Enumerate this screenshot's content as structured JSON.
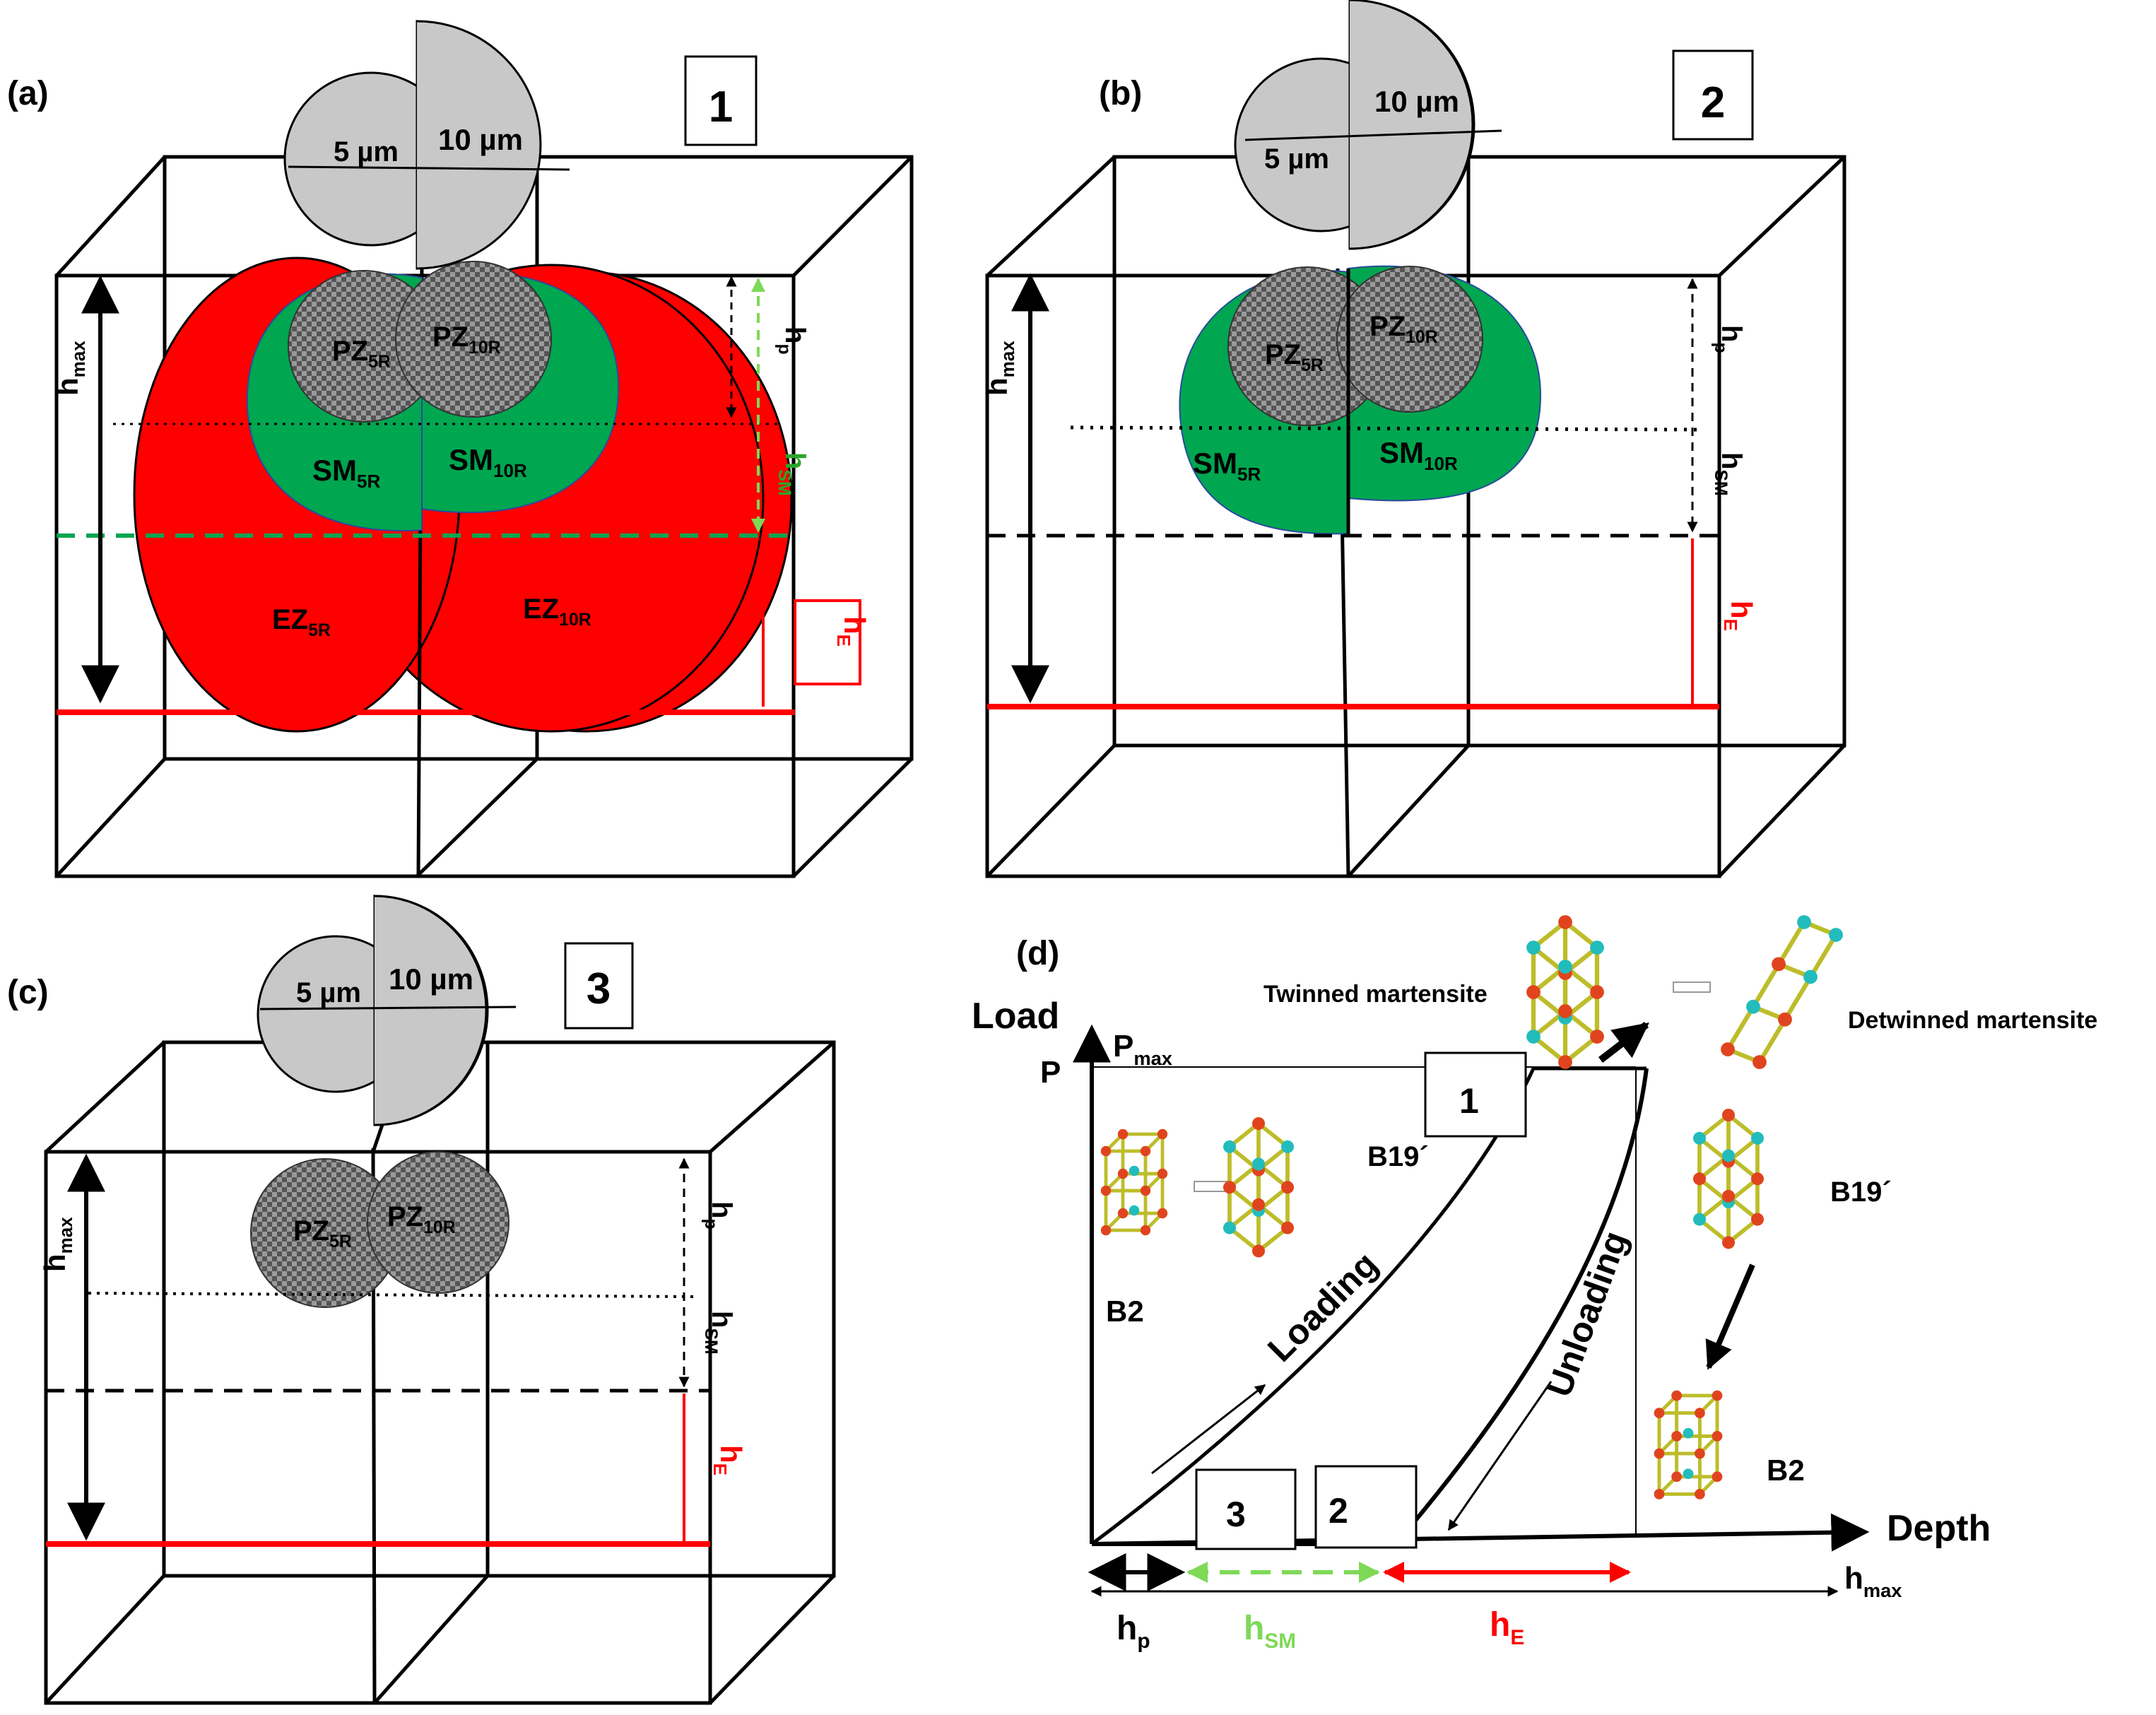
{
  "panel_a": {
    "tag": "(a)",
    "box_num": "1",
    "ind_small": "5 µm",
    "ind_large": "10 µm",
    "pz5": {
      "main": "PZ",
      "sub": "5R"
    },
    "pz10": {
      "main": "PZ",
      "sub": "10R"
    },
    "sm5": {
      "main": "SM",
      "sub": "5R"
    },
    "sm10": {
      "main": "SM",
      "sub": "10R"
    },
    "ez5": {
      "main": "EZ",
      "sub": "5R"
    },
    "ez10": {
      "main": "EZ",
      "sub": "10R"
    },
    "hmax": {
      "main": "h",
      "sub": "max"
    },
    "hp": {
      "main": "h",
      "sub": "p"
    },
    "hsm": {
      "main": "h",
      "sub": "SM"
    },
    "he": {
      "main": "h",
      "sub": "E"
    }
  },
  "panel_b": {
    "tag": "(b)",
    "box_num": "2",
    "ind_small": "5 µm",
    "ind_large": "10 µm",
    "pz5": {
      "main": "PZ",
      "sub": "5R"
    },
    "pz10": {
      "main": "PZ",
      "sub": "10R"
    },
    "sm5": {
      "main": "SM",
      "sub": "5R"
    },
    "sm10": {
      "main": "SM",
      "sub": "10R"
    },
    "hmax": {
      "main": "h",
      "sub": "max"
    },
    "hp": {
      "main": "h",
      "sub": "p"
    },
    "hsm": {
      "main": "h",
      "sub": "SM"
    },
    "he": {
      "main": "h",
      "sub": "E"
    }
  },
  "panel_c": {
    "tag": "(c)",
    "box_num": "3",
    "ind_small": "5 µm",
    "ind_large": "10 µm",
    "pz5": {
      "main": "PZ",
      "sub": "5R"
    },
    "pz10": {
      "main": "PZ",
      "sub": "10R"
    },
    "hmax": {
      "main": "h",
      "sub": "max"
    },
    "hp": {
      "main": "h",
      "sub": "p"
    },
    "hsm": {
      "main": "h",
      "sub": "SM"
    },
    "he": {
      "main": "h",
      "sub": "E"
    }
  },
  "panel_d": {
    "tag": "(d)",
    "y_axis": "Load",
    "x_axis": "Depth",
    "p_tick": "P",
    "pmax": {
      "main": "P",
      "sub": "max"
    },
    "hmax": {
      "main": "h",
      "sub": "max"
    },
    "loading": "Loading",
    "unloading": "Unloading",
    "box1": "1",
    "box2": "2",
    "box3": "3",
    "twinned": "Twinned martensite",
    "detwinned": "Detwinned martensite",
    "b19_left": "B19´",
    "b19_right": "B19´",
    "b2_left": "B2",
    "b2_right": "B2",
    "hp": {
      "main": "h",
      "sub": "p"
    },
    "hsm": {
      "main": "h",
      "sub": "SM"
    },
    "he": {
      "main": "h",
      "sub": "E"
    }
  },
  "colors": {
    "red": "#ff0000",
    "green": "#00a650",
    "light_green": "#7ed957",
    "grey": "#c8c8c8",
    "dark_grey": "#7a7a7a",
    "lattice": "#bdbd2a",
    "red_atom": "#e0441e",
    "cyan_atom": "#22bcbc"
  }
}
